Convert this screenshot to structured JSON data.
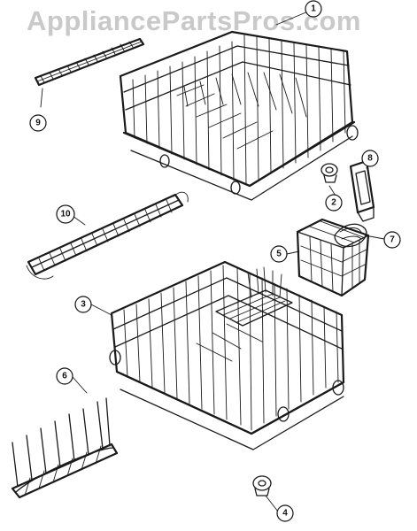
{
  "watermark": "AppliancePartsPros.com",
  "colors": {
    "line": "#1a1a1a",
    "watermark": "#c9c9c9",
    "background": "#ffffff"
  },
  "callouts": [
    {
      "id": "1",
      "label": "1"
    },
    {
      "id": "2",
      "label": "2"
    },
    {
      "id": "3",
      "label": "3"
    },
    {
      "id": "4",
      "label": "4"
    },
    {
      "id": "5",
      "label": "5"
    },
    {
      "id": "6",
      "label": "6"
    },
    {
      "id": "7",
      "label": "7"
    },
    {
      "id": "8",
      "label": "8"
    },
    {
      "id": "9",
      "label": "9"
    },
    {
      "id": "10",
      "label": "10"
    }
  ]
}
